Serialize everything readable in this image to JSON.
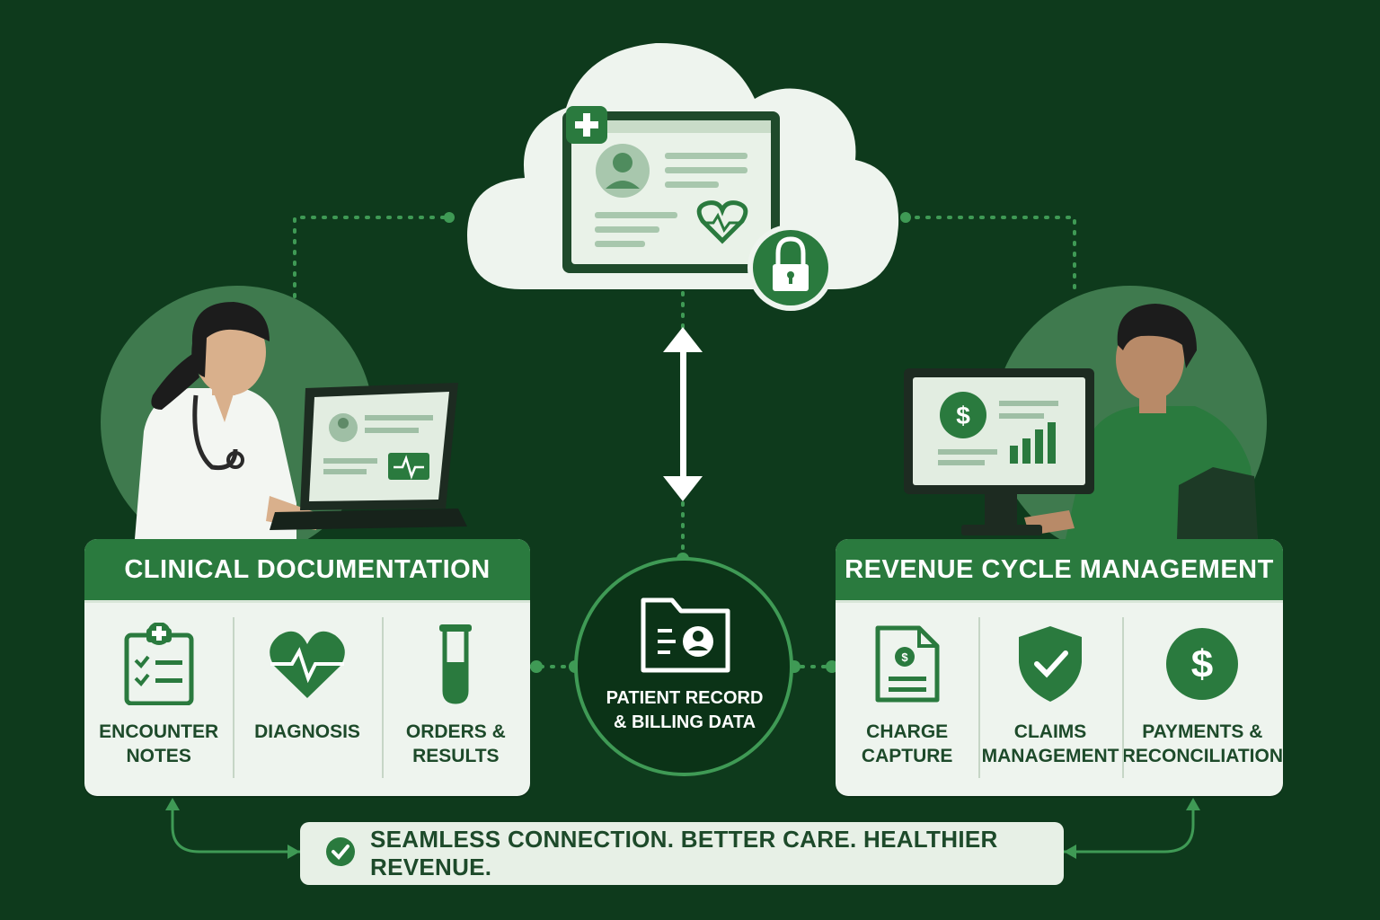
{
  "colors": {
    "background": "#0e3a1c",
    "accent": "#2a7a3e",
    "panel": "#eef4ee",
    "text": "#1d4a2a"
  },
  "cloud": {
    "icons": [
      "patient-record-window-icon",
      "lock-icon",
      "heart-pulse-icon",
      "avatar-icon"
    ]
  },
  "hub": {
    "label": "PATIENT RECORD\n& BILLING DATA",
    "icon": "patient-folder-icon"
  },
  "clinical": {
    "title": "CLINICAL DOCUMENTATION",
    "items": [
      {
        "label": "ENCOUNTER\nNOTES",
        "icon": "clipboard-checklist-icon"
      },
      {
        "label": "DIAGNOSIS",
        "icon": "heart-pulse-icon"
      },
      {
        "label": "ORDERS &\nRESULTS",
        "icon": "test-tube-icon"
      }
    ]
  },
  "revenue": {
    "title": "REVENUE CYCLE MANAGEMENT",
    "items": [
      {
        "label": "CHARGE\nCAPTURE",
        "icon": "document-icon"
      },
      {
        "label": "CLAIMS\nMANAGEMENT",
        "icon": "shield-check-icon"
      },
      {
        "label": "PAYMENTS &\nRECONCILIATION",
        "icon": "dollar-coin-icon"
      }
    ]
  },
  "banner": {
    "text": "SEAMLESS CONNECTION. BETTER CARE. HEALTHIER REVENUE.",
    "icon": "check-circle-icon"
  },
  "people": {
    "left": "doctor-with-laptop",
    "right": "billing-specialist-with-monitor"
  }
}
